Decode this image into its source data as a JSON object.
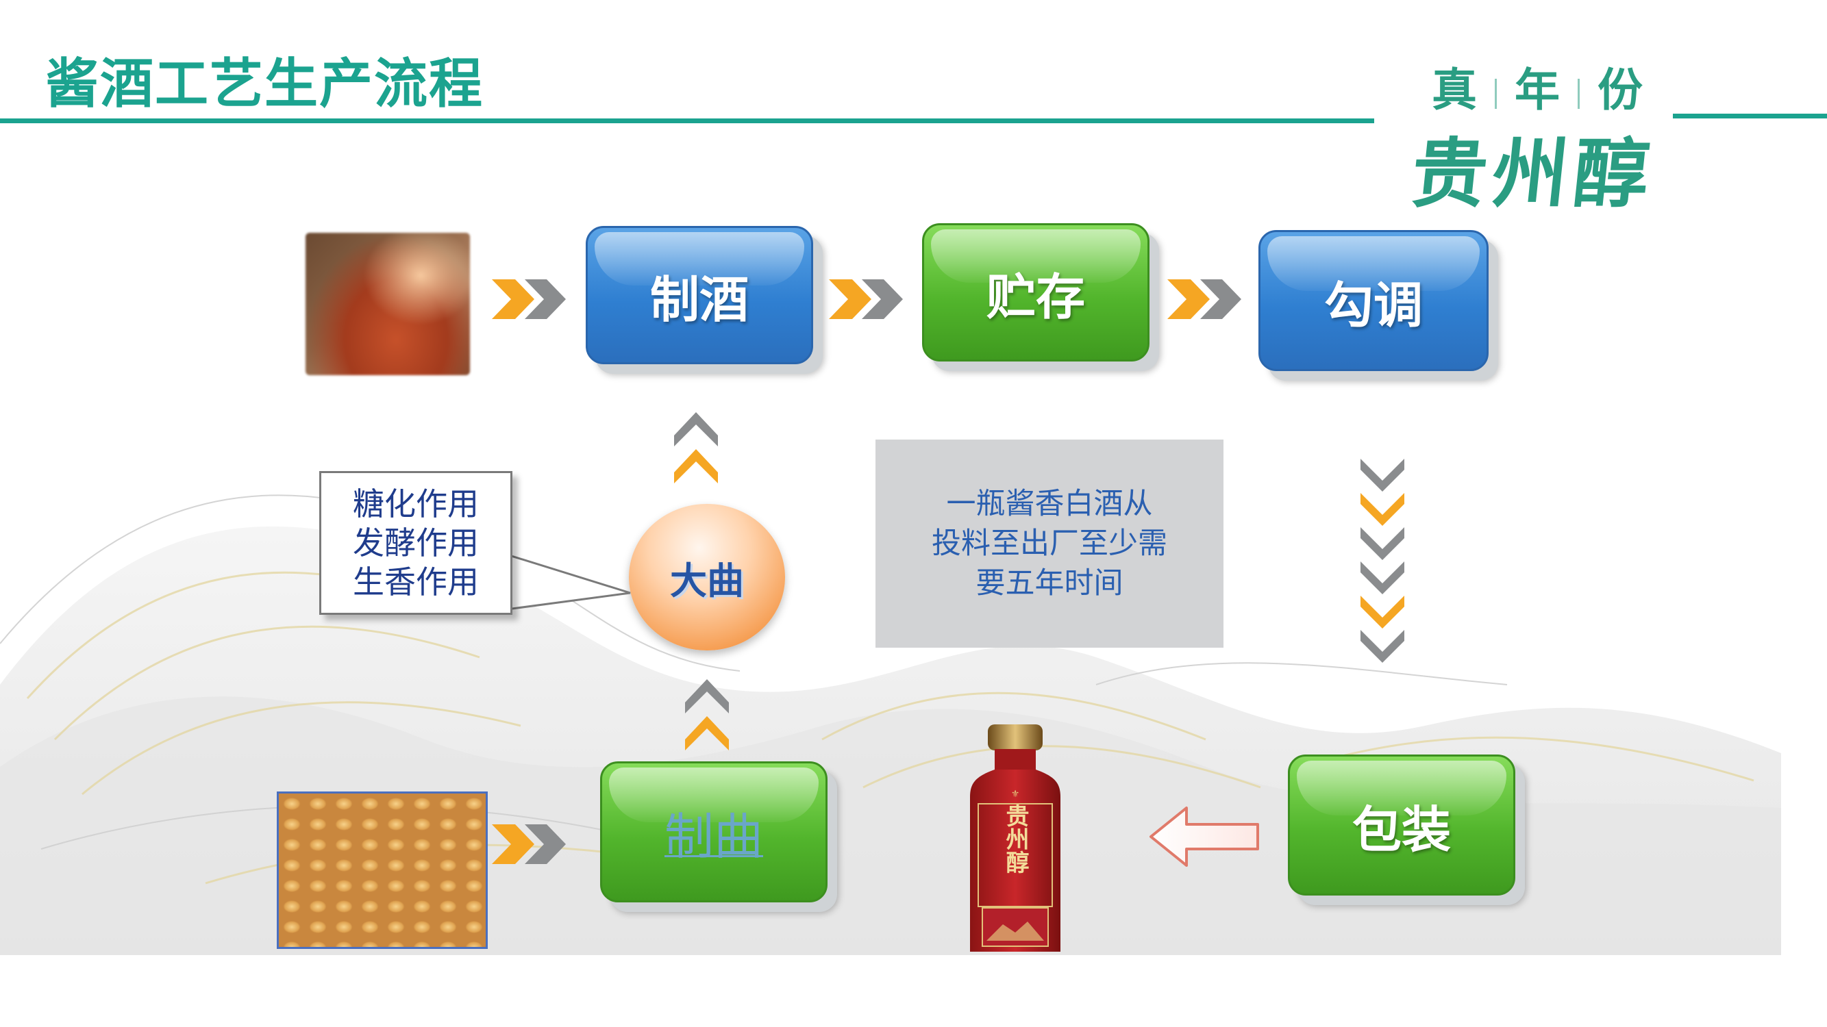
{
  "header": {
    "title": "酱酒工艺生产流程"
  },
  "logo": {
    "line1": [
      "真",
      "年",
      "份"
    ],
    "line2": "贵州醇"
  },
  "process": {
    "zhijiu": "制酒",
    "zhucun": "贮存",
    "goutiao": "勾调",
    "zhiqu": "制曲",
    "baozhuang": "包装",
    "daqu": "大曲"
  },
  "callout": {
    "lines": [
      "糖化作用",
      "发酵作用",
      "生香作用"
    ]
  },
  "info": {
    "lines": [
      "一瓶酱香白酒从",
      "投料至出厂至少需",
      "要五年时间"
    ]
  },
  "bottle": {
    "label": "贵州醇"
  },
  "colors": {
    "accent": "#1ba38f",
    "blue_box": "#2f7fd1",
    "green_box": "#52b52c",
    "chevron_orange": "#f5a623",
    "chevron_grey": "#8a8c8e",
    "text_blue": "#2a5fb0"
  }
}
